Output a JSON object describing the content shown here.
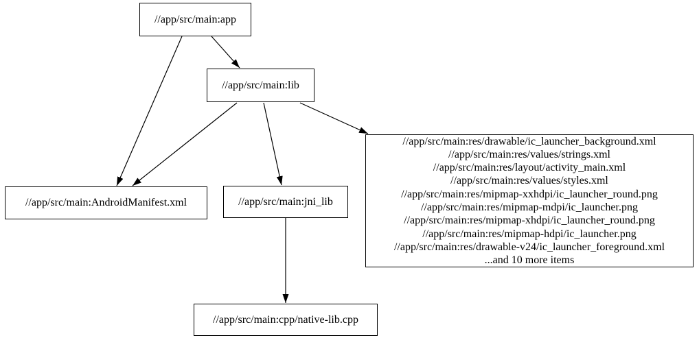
{
  "diagram": {
    "kind": "build-dependency-graph",
    "colors": {
      "background": "#ffffff",
      "node_border": "#000000",
      "node_fill": "#ffffff",
      "edge": "#000000",
      "text": "#000000"
    },
    "nodes": {
      "app": {
        "label": "//app/src/main:app"
      },
      "lib": {
        "label": "//app/src/main:lib"
      },
      "manifest": {
        "label": "//app/src/main:AndroidManifest.xml"
      },
      "jni_lib": {
        "label": "//app/src/main:jni_lib"
      },
      "res_group": {
        "lines": [
          "//app/src/main:res/drawable/ic_launcher_background.xml",
          "//app/src/main:res/values/strings.xml",
          "//app/src/main:res/layout/activity_main.xml",
          "//app/src/main:res/values/styles.xml",
          "//app/src/main:res/mipmap-xxhdpi/ic_launcher_round.png",
          "//app/src/main:res/mipmap-mdpi/ic_launcher.png",
          "//app/src/main:res/mipmap-xhdpi/ic_launcher_round.png",
          "//app/src/main:res/mipmap-hdpi/ic_launcher.png",
          "//app/src/main:res/drawable-v24/ic_launcher_foreground.xml",
          "...and 10 more items"
        ]
      },
      "native_cpp": {
        "label": "//app/src/main:cpp/native-lib.cpp"
      }
    },
    "edges": [
      {
        "from": "//app/src/main:app",
        "to": "//app/src/main:lib"
      },
      {
        "from": "//app/src/main:app",
        "to": "//app/src/main:AndroidManifest.xml"
      },
      {
        "from": "//app/src/main:lib",
        "to": "//app/src/main:AndroidManifest.xml"
      },
      {
        "from": "//app/src/main:lib",
        "to": "//app/src/main:jni_lib"
      },
      {
        "from": "//app/src/main:lib",
        "to": "res_group"
      },
      {
        "from": "//app/src/main:jni_lib",
        "to": "//app/src/main:cpp/native-lib.cpp"
      }
    ]
  }
}
